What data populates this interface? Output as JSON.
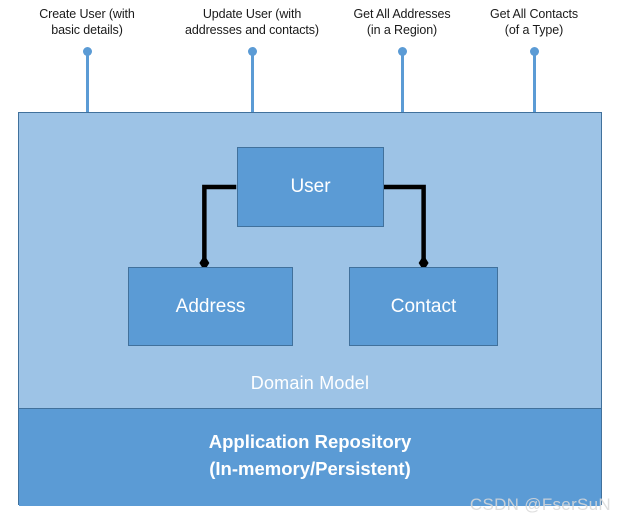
{
  "diagram": {
    "title": "Domain Model and Application Repository architecture",
    "colors": {
      "domain_band": "#9dc3e6",
      "repository_band": "#5b9bd5",
      "entity_fill": "#5b9bd5",
      "entity_border": "#41719c",
      "connector": "#000000",
      "callout": "#5b9bd5",
      "caption_text": "#ffffff",
      "label_text": "#1a1a1a",
      "watermark_text": "#d9d9d9"
    }
  },
  "callouts": [
    {
      "id": "create-user",
      "label": "Create User (with\nbasic details)"
    },
    {
      "id": "update-user",
      "label": "Update User (with\naddresses and contacts)"
    },
    {
      "id": "get-all-addresses",
      "label": "Get All Addresses\n(in a Region)"
    },
    {
      "id": "get-all-contacts",
      "label": "Get All Contacts\n(of a Type)"
    }
  ],
  "panel": {
    "domain_model_caption": "Domain Model",
    "repository_caption": "Application Repository\n(In-memory/Persistent)",
    "entities": [
      {
        "id": "user",
        "label": "User"
      },
      {
        "id": "address",
        "label": "Address"
      },
      {
        "id": "contact",
        "label": "Contact"
      }
    ],
    "relations": [
      {
        "from": "user",
        "to": "address",
        "type": "composition"
      },
      {
        "from": "user",
        "to": "contact",
        "type": "composition"
      }
    ]
  },
  "watermark": {
    "text": "CSDN @FserSuN"
  }
}
